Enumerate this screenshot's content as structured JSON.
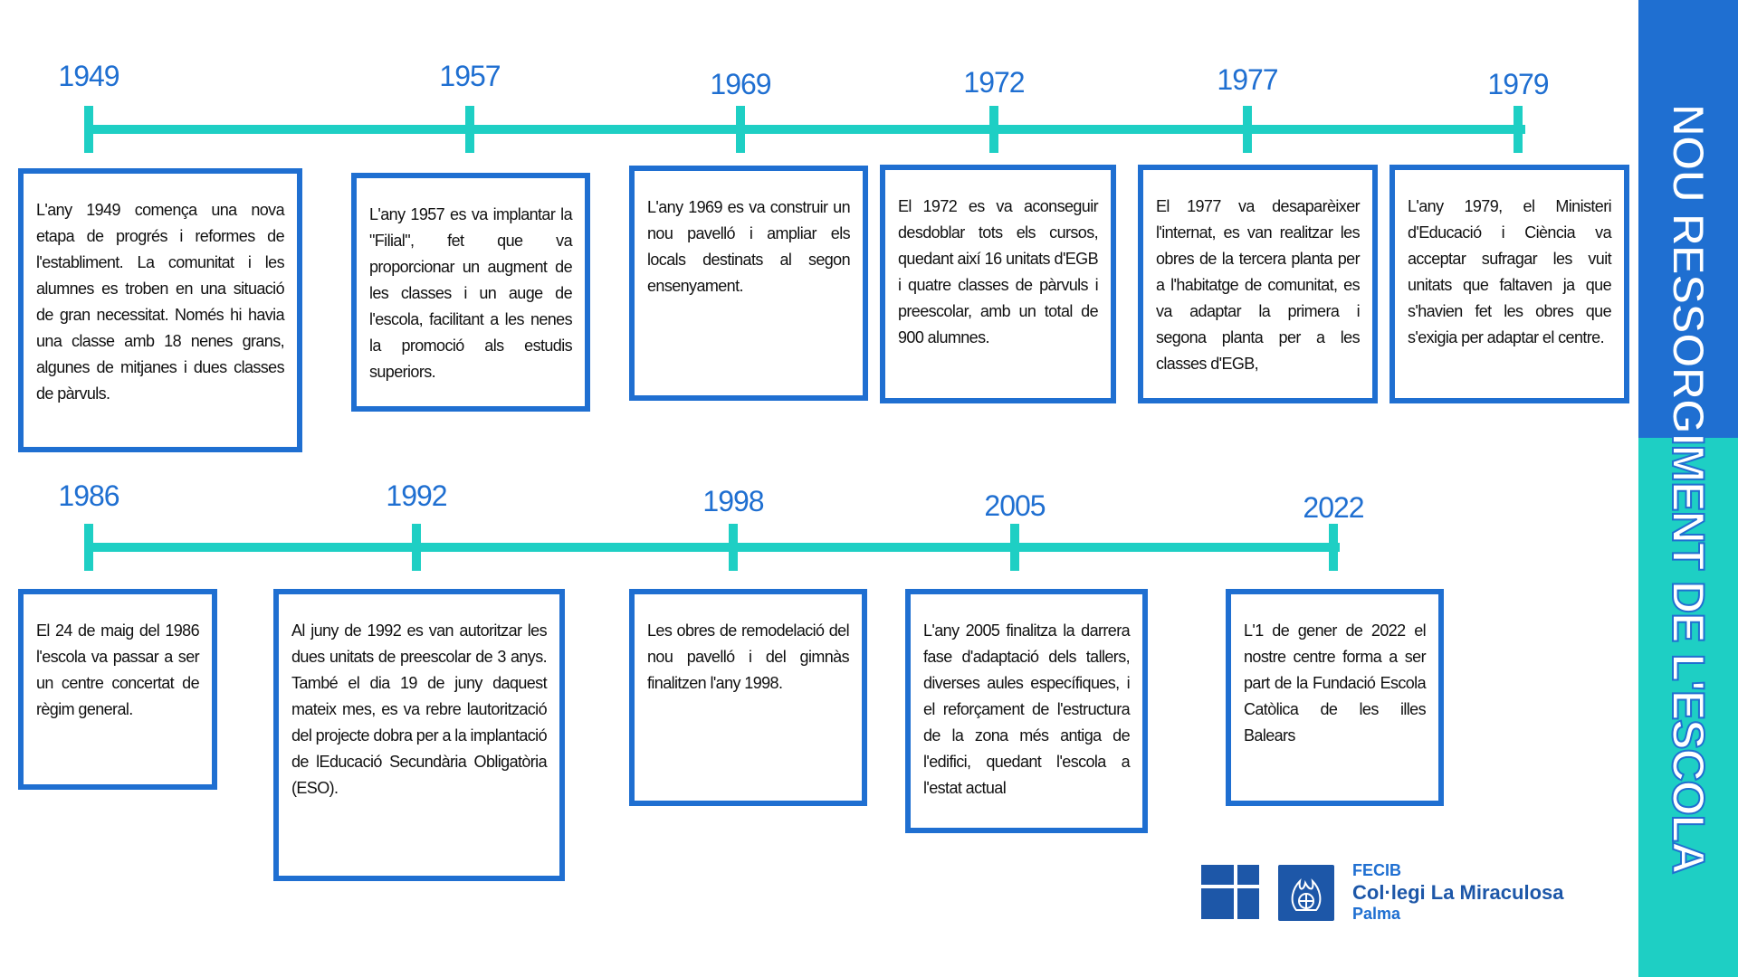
{
  "title": "NOU RESSORGIMENT DE L'ESCOLA",
  "colors": {
    "accent_blue": "#1f6fd1",
    "accent_teal": "#1ecfc4",
    "logo_blue": "#1d57a8"
  },
  "events": [
    {
      "year": "1949",
      "text": "L'any 1949 comença una nova etapa de progrés i reformes de l'establiment. La comunitat i les alumnes es troben en una situació de gran necessitat. Només hi havia una classe amb 18 nenes grans, algunes de mitjanes i dues classes de pàrvuls."
    },
    {
      "year": "1957",
      "text": "L'any 1957 es va implantar la \"Filial\", fet que va proporcionar un augment de les classes i un auge de l'escola, facilitant a les nenes la promoció als estudis superiors."
    },
    {
      "year": "1969",
      "text": "L'any 1969 es va construir un nou pavelló i ampliar els locals destinats al segon ensenyament."
    },
    {
      "year": "1972",
      "text": "El 1972 es va aconseguir desdoblar tots els cursos, quedant així 16 unitats d'EGB i quatre classes de pàrvuls i preescolar, amb un total de 900 alumnes."
    },
    {
      "year": "1977",
      "text": "El 1977 va desaparèixer l'internat, es van realitzar les obres de la tercera planta per a l'habitatge de comunitat, es va adaptar la primera i segona planta per a les classes d'EGB,"
    },
    {
      "year": "1979",
      "text": "L'any 1979, el Ministeri d'Educació i Ciència va acceptar sufragar les vuit unitats que faltaven ja que s'havien fet les obres que s'exigia per adaptar el centre."
    },
    {
      "year": "1986",
      "text": "El 24 de maig del 1986 l'escola va passar a ser un centre concertat de règim general."
    },
    {
      "year": "1992",
      "text": "Al juny de 1992 es van autoritzar les dues unitats de preescolar de 3 anys. També el dia 19 de juny daquest mateix mes, es va rebre lautorització del projecte dobra per a la implantació de lEducació Secundària Obligatòria (ESO)."
    },
    {
      "year": "1998",
      "text": "Les obres de remodelació del nou pavelló i del gimnàs finalitzen l'any 1998."
    },
    {
      "year": "2005",
      "text": "L'any 2005 finalitza la darrera fase d'adaptació dels tallers, diverses aules específiques, i el reforçament de l'estructura de la zona més antiga de l'edifici, quedant l'escola a l'estat actual"
    },
    {
      "year": "2022",
      "text": "L'1 de gener de 2022 el nostre centre forma a ser part de la Fundació Escola Catòlica de les illes Balears"
    }
  ],
  "logo": {
    "org": "FECIB",
    "name": "Col·legi La Miraculosa",
    "city": "Palma",
    "icon": "shield-cross-icon"
  }
}
